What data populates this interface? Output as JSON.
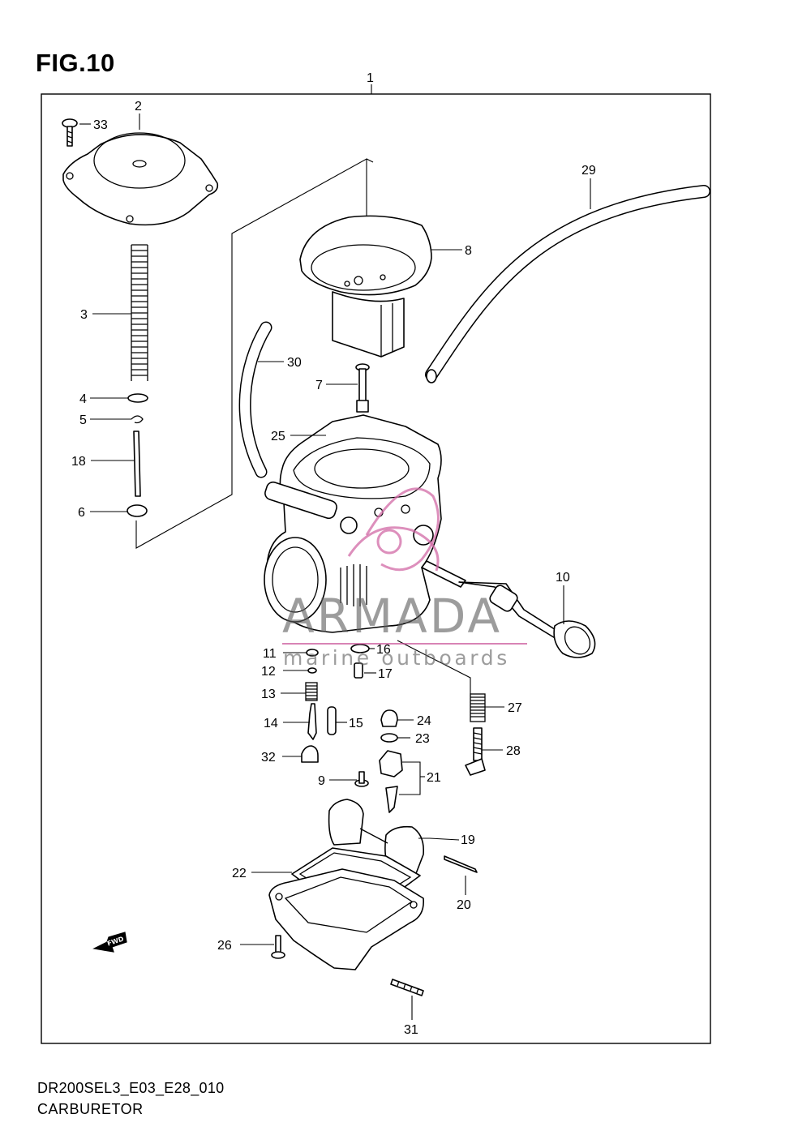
{
  "figure": {
    "title": "FIG.10"
  },
  "callouts": [
    {
      "id": "1",
      "label": "1"
    },
    {
      "id": "2",
      "label": "2"
    },
    {
      "id": "3",
      "label": "3"
    },
    {
      "id": "4",
      "label": "4"
    },
    {
      "id": "5",
      "label": "5"
    },
    {
      "id": "6",
      "label": "6"
    },
    {
      "id": "7",
      "label": "7"
    },
    {
      "id": "8",
      "label": "8"
    },
    {
      "id": "9",
      "label": "9"
    },
    {
      "id": "10",
      "label": "10"
    },
    {
      "id": "11",
      "label": "11"
    },
    {
      "id": "12",
      "label": "12"
    },
    {
      "id": "13",
      "label": "13"
    },
    {
      "id": "14",
      "label": "14"
    },
    {
      "id": "15",
      "label": "15"
    },
    {
      "id": "16",
      "label": "16"
    },
    {
      "id": "17",
      "label": "17"
    },
    {
      "id": "18",
      "label": "18"
    },
    {
      "id": "19",
      "label": "19"
    },
    {
      "id": "20",
      "label": "20"
    },
    {
      "id": "21",
      "label": "21"
    },
    {
      "id": "22",
      "label": "22"
    },
    {
      "id": "23",
      "label": "23"
    },
    {
      "id": "24",
      "label": "24"
    },
    {
      "id": "25",
      "label": "25"
    },
    {
      "id": "26",
      "label": "26"
    },
    {
      "id": "27",
      "label": "27"
    },
    {
      "id": "28",
      "label": "28"
    },
    {
      "id": "29",
      "label": "29"
    },
    {
      "id": "30",
      "label": "30"
    },
    {
      "id": "31",
      "label": "31"
    },
    {
      "id": "32",
      "label": "32"
    },
    {
      "id": "33",
      "label": "33"
    }
  ],
  "fwd_marker": {
    "label": "FWD",
    "icon": "fwd-arrow-icon"
  },
  "watermark": {
    "brand": "ARMADA",
    "tagline": "marine outboards",
    "color": "#c85a96",
    "icon": "armada-logo-icon"
  },
  "footer": {
    "code": "DR200SEL3_E03_E28_010",
    "name": "CARBURETOR"
  }
}
